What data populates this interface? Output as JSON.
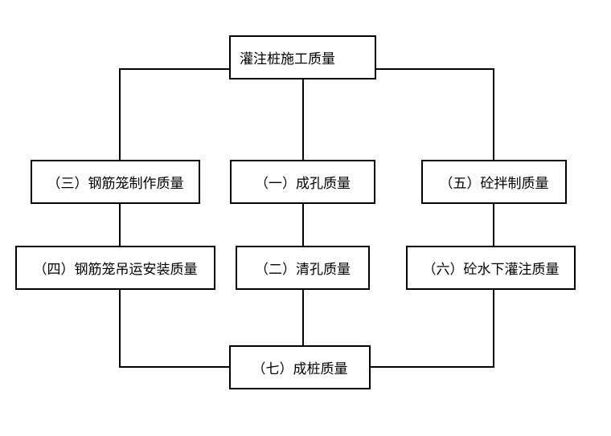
{
  "diagram": {
    "top": "灌注桩施工质量",
    "left_upper": "（三）钢筋笼制作质量",
    "center_upper": "（一）成孔质量",
    "right_upper": "（五）砼拌制质量",
    "left_lower": "（四）钢筋笼吊运安装质量",
    "center_lower": "（二）清孔质量",
    "right_lower": "（六）砼水下灌注质量",
    "bottom": "（七）成桩质量"
  }
}
